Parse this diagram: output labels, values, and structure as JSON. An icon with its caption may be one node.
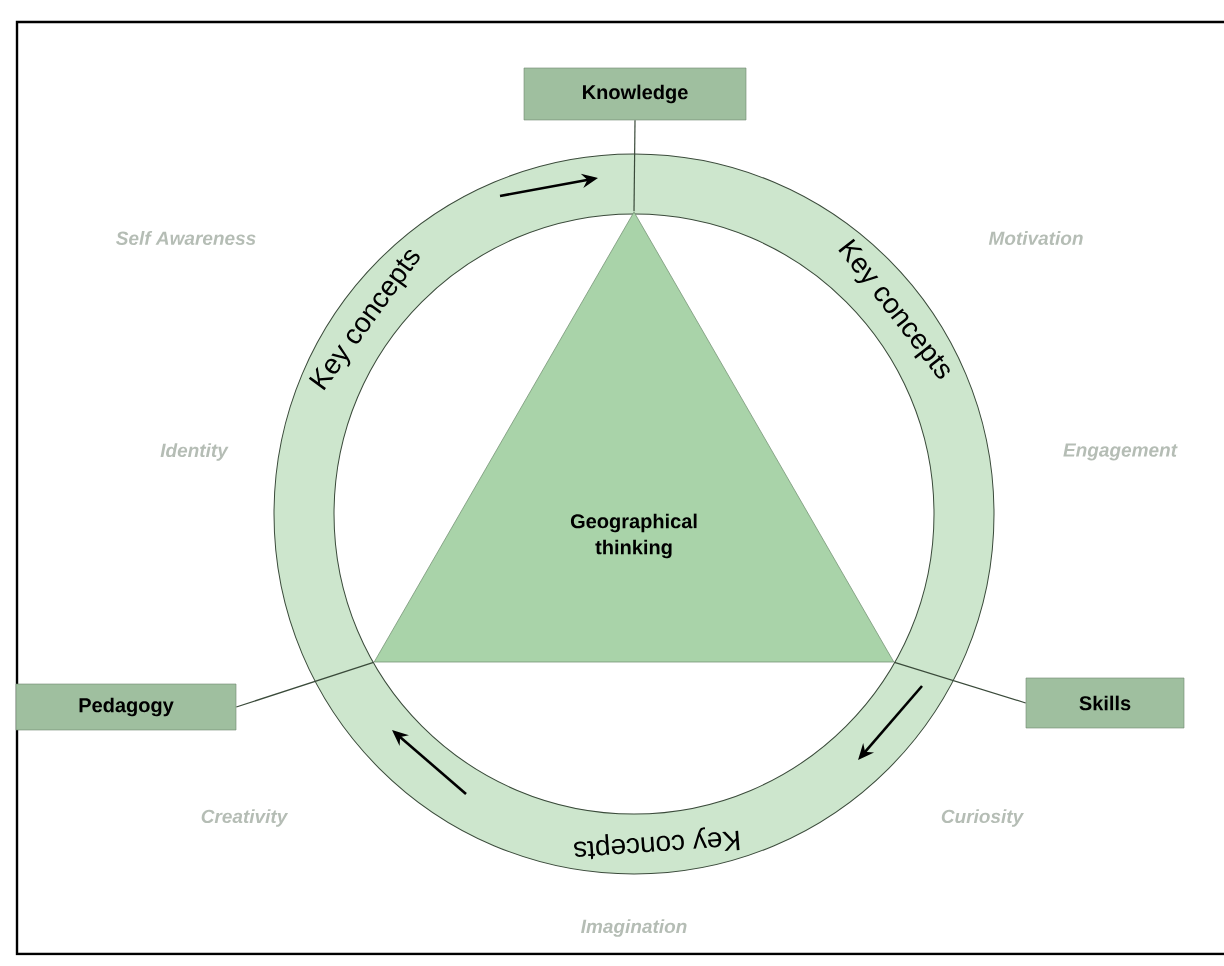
{
  "diagram": {
    "nodes": [
      {
        "text": [
          "Knowledge"
        ]
      },
      {
        "text": [
          "Key concepts",
          "Key concepts",
          "Key concepts"
        ]
      },
      {
        "text": [
          "Geographical thinking"
        ],
        "in": 1
      },
      {
        "text": [
          "Pedagogy"
        ]
      },
      {
        "text": [
          "Skills"
        ]
      }
    ],
    "edges": [
      {
        "from": 0,
        "to": 2,
        "arrow": "none"
      },
      {
        "from": 3,
        "to": 2,
        "arrow": "none"
      },
      {
        "from": 4,
        "to": 2,
        "arrow": "none"
      }
    ],
    "labels": [
      "Self Awareness",
      "Motivation",
      "Identity",
      "Engagement",
      "Creativity",
      "Curiosity",
      "Imagination"
    ]
  }
}
